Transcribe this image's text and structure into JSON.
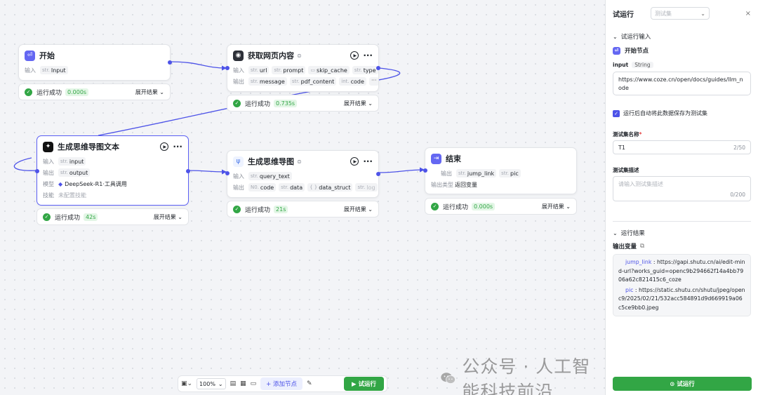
{
  "nodes": {
    "start": {
      "title": "开始",
      "input_label": "输入",
      "input_type": "str.",
      "input_name": "Input",
      "result_status": "运行成功",
      "result_time": "0.000s",
      "expand_label": "展开结果 ⌄"
    },
    "fetch": {
      "title": "获取网页内容",
      "title_sub": "⊜",
      "input_label": "输入",
      "output_label": "输出",
      "inputs": [
        {
          "type": "str.",
          "name": "url"
        },
        {
          "type": "str.",
          "name": "prompt"
        },
        {
          "type": "▭",
          "name": "skip_cache"
        },
        {
          "type": "str.",
          "name": "type"
        }
      ],
      "outputs": [
        {
          "type": "str.",
          "name": "message"
        },
        {
          "type": "str.",
          "name": "pdf_content"
        },
        {
          "type": "int.",
          "name": "code"
        }
      ],
      "more": "···",
      "result_status": "运行成功",
      "result_time": "0.735s",
      "expand_label": "展开结果 ⌄"
    },
    "llm": {
      "title": "生成思维导图文本",
      "input_label": "输入",
      "output_label": "输出",
      "model_label": "模型",
      "skill_label": "技能",
      "input": {
        "type": "str.",
        "name": "input"
      },
      "output": {
        "type": "str.",
        "name": "output"
      },
      "model_name": "DeepSeek-R1·工具调用",
      "skill_value": "未配置技能",
      "result_status": "运行成功",
      "result_time": "42s",
      "expand_label": "展开结果 ⌄"
    },
    "mindmap": {
      "title": "生成思维导图",
      "title_sub": "⊜",
      "input_label": "输入",
      "output_label": "输出",
      "input": {
        "type": "str.",
        "name": "query_text"
      },
      "outputs": [
        {
          "type": "N0.",
          "name": "code"
        },
        {
          "type": "str.",
          "name": "data"
        },
        {
          "type": "{ }",
          "name": "data_struct"
        },
        {
          "type": "str.",
          "name": "log"
        }
      ],
      "more": "···",
      "result_status": "运行成功",
      "result_time": "21s",
      "expand_label": "展开结果 ⌄"
    },
    "end": {
      "title": "结束",
      "output_label": "输出",
      "output_type_label": "输出类型",
      "outputs": [
        {
          "type": "str.",
          "name": "jump_link"
        },
        {
          "type": "str.",
          "name": "pic"
        }
      ],
      "output_type_value": "返回变量",
      "result_status": "运行成功",
      "result_time": "0.000s",
      "expand_label": "展开结果 ⌄"
    }
  },
  "toolbar": {
    "zoom": "100%",
    "add_node": "+ 添加节点",
    "run": "▶ 试运行"
  },
  "watermark": "公众号 · 人工智能科技前沿",
  "panel": {
    "title": "试运行",
    "select_placeholder": "测试集",
    "close": "×",
    "input_section": "试运行输入",
    "start_node": "开始节点",
    "input_field": "input",
    "input_type": "String",
    "input_value": "https://www.coze.cn/open/docs/guides/llm_node",
    "save_checkbox": "运行后自动将此数据保存为测试集",
    "testset_name_label": "测试集名称",
    "required_mark": "*",
    "testset_name_value": "T1",
    "testset_name_count": "2/50",
    "testset_desc_label": "测试集描述",
    "testset_desc_placeholder": "请输入测试集描述",
    "testset_desc_count": "0/200",
    "result_section": "运行结果",
    "output_vars_label": "输出变量",
    "outputs": [
      {
        "key": "jump_link",
        "value": "https://gapi.shutu.cn/ai/edit-mind-url?works_guid=openc9b294662f14a4bb7906a62c821415c6_coze"
      },
      {
        "key": "pic",
        "value": "https://static.shutu.cn/shutu/jpeg/openc9/2025/02/21/532acc584891d9d669919a06c5ce9bb0.jpeg"
      }
    ],
    "run_button": "⊙ 试运行"
  },
  "colors": {
    "accent": "#4d53e8",
    "success": "#32a645",
    "edge": "#4d53e8"
  }
}
